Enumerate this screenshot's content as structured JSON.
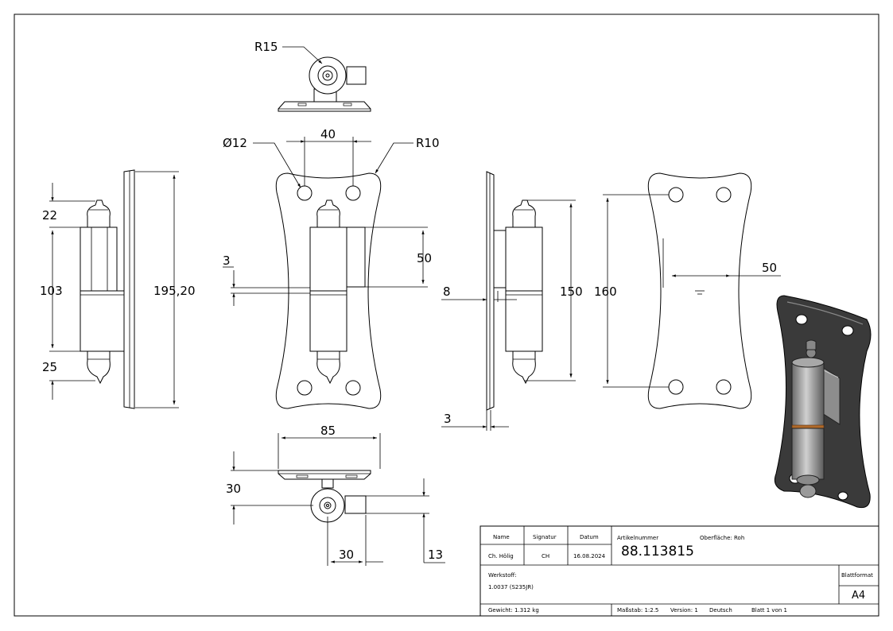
{
  "dimensions": {
    "r15": "R15",
    "d12": "Ø12",
    "d40": "40",
    "r10": "R10",
    "d22": "22",
    "d103": "103",
    "d25": "25",
    "d195": "195,20",
    "d3a": "3",
    "d50a": "50",
    "d8": "8",
    "d150": "150",
    "d160": "160",
    "d50b": "50",
    "d3b": "3",
    "d85": "85",
    "d30a": "30",
    "d30b": "30",
    "d13": "13"
  },
  "title_block": {
    "name_label": "Name",
    "signatur_label": "Signatur",
    "datum_label": "Datum",
    "name_value": "Ch. Hölig",
    "signatur_value": "CH",
    "datum_value": "16.08.2024",
    "artikelnummer_label": "Artikelnummer",
    "artikelnummer_value": "88.113815",
    "oberflaeche": "Oberfläche: Roh",
    "werkstoff_label": "Werkstoff:",
    "werkstoff_value": "1.0037 (S235JR)",
    "blattformat_label": "Blattformat",
    "blattformat_value": "A4",
    "gewicht": "Gewicht: 1.312 kg",
    "massstab": "Maßstab: 1:2.5",
    "version": "Version: 1",
    "sprache": "Deutsch",
    "blatt": "Blatt 1 von 1"
  },
  "colors": {
    "line": "#000000",
    "paper": "#ffffff",
    "iso_plate": "#3a3a3a",
    "iso_steel": "#9a9a9a",
    "iso_ring": "#b06a2a"
  }
}
